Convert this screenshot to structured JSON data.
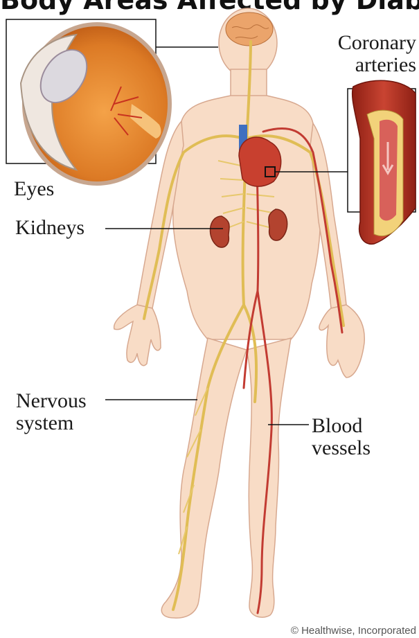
{
  "title_fragment": "Body Areas Affected by Diabetes",
  "labels": {
    "coronary": "Coronary\narteries",
    "eyes": "Eyes",
    "kidneys": "Kidneys",
    "nervous": "Nervous\nsystem",
    "blood": "Blood\nvessels"
  },
  "credit": "© Healthwise, Incorporated",
  "colors": {
    "skin": "#f8dcc6",
    "skin_outline": "#d9a890",
    "nerve": "#e3c060",
    "vessel": "#c23b32",
    "brain": "#e7a66c",
    "eye_orange": "#e07b2a",
    "artery_wall": "#b53a2a",
    "plaque": "#f2d27a"
  }
}
